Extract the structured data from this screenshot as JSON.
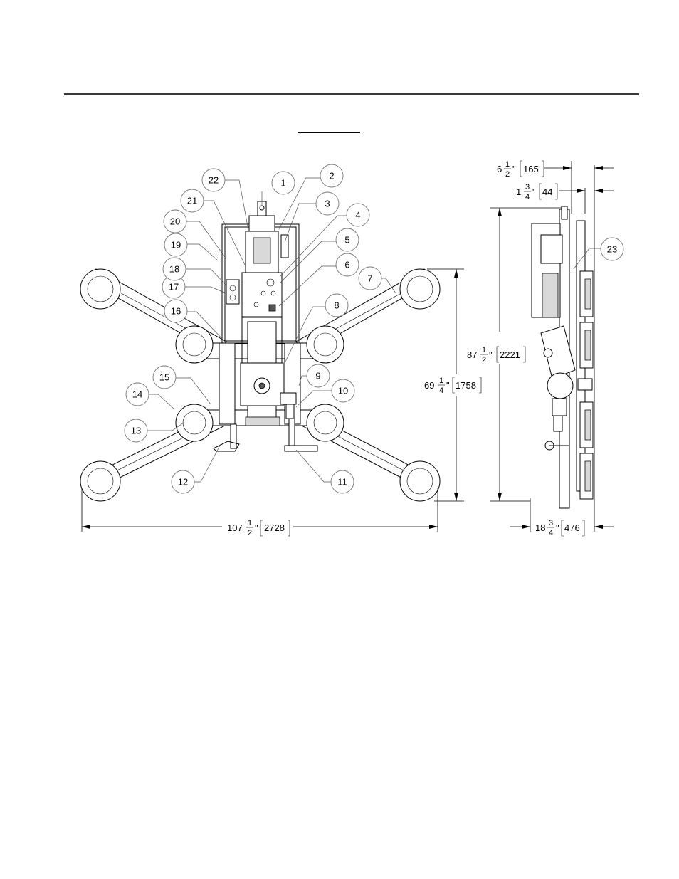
{
  "balloons": [
    {
      "n": "1"
    },
    {
      "n": "2"
    },
    {
      "n": "3"
    },
    {
      "n": "4"
    },
    {
      "n": "5"
    },
    {
      "n": "6"
    },
    {
      "n": "7"
    },
    {
      "n": "8"
    },
    {
      "n": "9"
    },
    {
      "n": "10"
    },
    {
      "n": "11"
    },
    {
      "n": "12"
    },
    {
      "n": "13"
    },
    {
      "n": "14"
    },
    {
      "n": "15"
    },
    {
      "n": "16"
    },
    {
      "n": "17"
    },
    {
      "n": "18"
    },
    {
      "n": "19"
    },
    {
      "n": "20"
    },
    {
      "n": "21"
    },
    {
      "n": "22"
    },
    {
      "n": "23"
    }
  ],
  "dimensions": {
    "width": {
      "whole": "107",
      "num": "1",
      "den": "2",
      "inch": "\"",
      "mm": "2728"
    },
    "height_front": {
      "whole": "69",
      "num": "1",
      "den": "4",
      "inch": "\"",
      "mm": "1758"
    },
    "height_side": {
      "whole": "87",
      "num": "1",
      "den": "2",
      "inch": "\"",
      "mm": "2221"
    },
    "depth": {
      "whole": "18",
      "num": "3",
      "den": "4",
      "inch": "\"",
      "mm": "476"
    },
    "offset_top": {
      "whole": "6",
      "num": "1",
      "den": "2",
      "inch": "\"",
      "mm": "165"
    },
    "offset_small": {
      "whole": "1",
      "num": "3",
      "den": "4",
      "inch": "\"",
      "mm": "44"
    }
  }
}
